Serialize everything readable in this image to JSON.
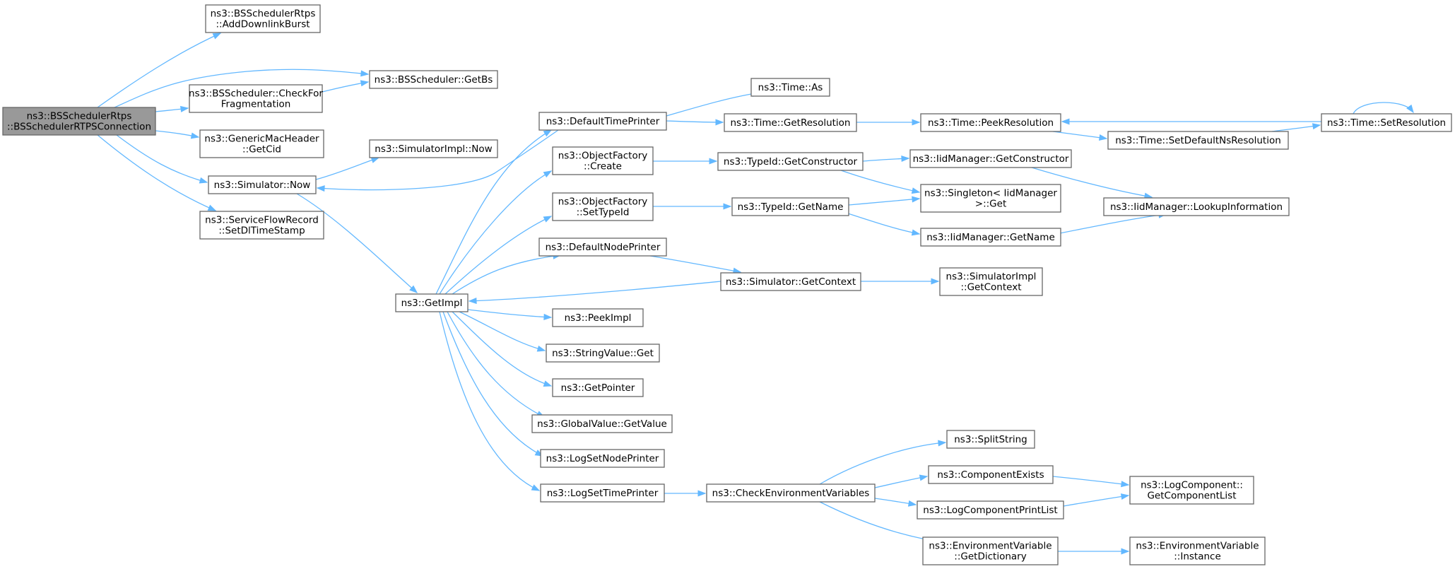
{
  "diagram": {
    "nodes": [
      {
        "id": "root",
        "lines": [
          "ns3::BSSchedulerRtps",
          "::BSSchedulerRTPSConnection"
        ],
        "highlight": true
      },
      {
        "id": "addDownlinkBurst",
        "lines": [
          "ns3::BSSchedulerRtps",
          "::AddDownlinkBurst"
        ]
      },
      {
        "id": "getBs",
        "lines": [
          "ns3::BSScheduler::GetBs"
        ]
      },
      {
        "id": "checkForFrag",
        "lines": [
          "ns3::BSScheduler::CheckFor",
          "Fragmentation"
        ]
      },
      {
        "id": "getCid",
        "lines": [
          "ns3::GenericMacHeader",
          "::GetCid"
        ]
      },
      {
        "id": "simulatorNow",
        "lines": [
          "ns3::Simulator::Now"
        ]
      },
      {
        "id": "setDlTimeStamp",
        "lines": [
          "ns3::ServiceFlowRecord",
          "::SetDlTimeStamp"
        ]
      },
      {
        "id": "simImplNow",
        "lines": [
          "ns3::SimulatorImpl::Now"
        ]
      },
      {
        "id": "getImpl",
        "lines": [
          "ns3::GetImpl"
        ]
      },
      {
        "id": "defaultTimePrinter",
        "lines": [
          "ns3::DefaultTimePrinter"
        ]
      },
      {
        "id": "objFactoryCreate",
        "lines": [
          "ns3::ObjectFactory",
          "::Create"
        ]
      },
      {
        "id": "objFactorySetTypeId",
        "lines": [
          "ns3::ObjectFactory",
          "::SetTypeId"
        ]
      },
      {
        "id": "defaultNodePrinter",
        "lines": [
          "ns3::DefaultNodePrinter"
        ]
      },
      {
        "id": "peekImpl",
        "lines": [
          "ns3::PeekImpl"
        ]
      },
      {
        "id": "stringValueGet",
        "lines": [
          "ns3::StringValue::Get"
        ]
      },
      {
        "id": "getPointer",
        "lines": [
          "ns3::GetPointer"
        ]
      },
      {
        "id": "globalValueGetValue",
        "lines": [
          "ns3::GlobalValue::GetValue"
        ]
      },
      {
        "id": "logSetNodePrinter",
        "lines": [
          "ns3::LogSetNodePrinter"
        ]
      },
      {
        "id": "logSetTimePrinter",
        "lines": [
          "ns3::LogSetTimePrinter"
        ]
      },
      {
        "id": "timeAs",
        "lines": [
          "ns3::Time::As"
        ]
      },
      {
        "id": "timeGetResolution",
        "lines": [
          "ns3::Time::GetResolution"
        ]
      },
      {
        "id": "typeIdGetConstructor",
        "lines": [
          "ns3::TypeId::GetConstructor"
        ]
      },
      {
        "id": "typeIdGetName",
        "lines": [
          "ns3::TypeId::GetName"
        ]
      },
      {
        "id": "simulatorGetContext",
        "lines": [
          "ns3::Simulator::GetContext"
        ]
      },
      {
        "id": "checkEnvVars",
        "lines": [
          "ns3::CheckEnvironmentVariables"
        ]
      },
      {
        "id": "timePeekResolution",
        "lines": [
          "ns3::Time::PeekResolution"
        ]
      },
      {
        "id": "iidGetConstructor",
        "lines": [
          "ns3::IidManager::GetConstructor"
        ]
      },
      {
        "id": "singletonGet",
        "lines": [
          "ns3::Singleton< IidManager",
          ">::Get"
        ]
      },
      {
        "id": "iidGetName",
        "lines": [
          "ns3::IidManager::GetName"
        ]
      },
      {
        "id": "simImplGetContext",
        "lines": [
          "ns3::SimulatorImpl",
          "::GetContext"
        ]
      },
      {
        "id": "splitString",
        "lines": [
          "ns3::SplitString"
        ]
      },
      {
        "id": "componentExists",
        "lines": [
          "ns3::ComponentExists"
        ]
      },
      {
        "id": "logComponentPrintList",
        "lines": [
          "ns3::LogComponentPrintList"
        ]
      },
      {
        "id": "envVarGetDictionary",
        "lines": [
          "ns3::EnvironmentVariable",
          "::GetDictionary"
        ]
      },
      {
        "id": "timeSetDefaultNsRes",
        "lines": [
          "ns3::Time::SetDefaultNsResolution"
        ]
      },
      {
        "id": "timeSetResolution",
        "lines": [
          "ns3::Time::SetResolution"
        ]
      },
      {
        "id": "iidLookupInformation",
        "lines": [
          "ns3::IidManager::LookupInformation"
        ]
      },
      {
        "id": "logComponentGetList",
        "lines": [
          "ns3::LogComponent::",
          "GetComponentList"
        ]
      },
      {
        "id": "envVarInstance",
        "lines": [
          "ns3::EnvironmentVariable",
          "::Instance"
        ]
      }
    ],
    "edges": [
      {
        "from": "root",
        "to": "addDownlinkBurst"
      },
      {
        "from": "root",
        "to": "getBs"
      },
      {
        "from": "root",
        "to": "checkForFrag"
      },
      {
        "from": "root",
        "to": "getCid"
      },
      {
        "from": "root",
        "to": "simulatorNow"
      },
      {
        "from": "root",
        "to": "setDlTimeStamp"
      },
      {
        "from": "checkForFrag",
        "to": "getBs"
      },
      {
        "from": "simulatorNow",
        "to": "simImplNow"
      },
      {
        "from": "simulatorNow",
        "to": "getImpl"
      },
      {
        "from": "defaultTimePrinter",
        "to": "simulatorNow"
      },
      {
        "from": "getImpl",
        "to": "defaultTimePrinter"
      },
      {
        "from": "getImpl",
        "to": "objFactoryCreate"
      },
      {
        "from": "getImpl",
        "to": "objFactorySetTypeId"
      },
      {
        "from": "getImpl",
        "to": "defaultNodePrinter"
      },
      {
        "from": "getImpl",
        "to": "peekImpl"
      },
      {
        "from": "getImpl",
        "to": "stringValueGet"
      },
      {
        "from": "getImpl",
        "to": "getPointer"
      },
      {
        "from": "getImpl",
        "to": "globalValueGetValue"
      },
      {
        "from": "getImpl",
        "to": "logSetNodePrinter"
      },
      {
        "from": "getImpl",
        "to": "logSetTimePrinter"
      },
      {
        "from": "simulatorGetContext",
        "to": "getImpl"
      },
      {
        "from": "defaultTimePrinter",
        "to": "timeAs"
      },
      {
        "from": "defaultTimePrinter",
        "to": "timeGetResolution"
      },
      {
        "from": "objFactoryCreate",
        "to": "typeIdGetConstructor"
      },
      {
        "from": "objFactorySetTypeId",
        "to": "typeIdGetName"
      },
      {
        "from": "defaultNodePrinter",
        "to": "simulatorGetContext"
      },
      {
        "from": "logSetTimePrinter",
        "to": "checkEnvVars"
      },
      {
        "from": "timeGetResolution",
        "to": "timePeekResolution"
      },
      {
        "from": "typeIdGetConstructor",
        "to": "iidGetConstructor"
      },
      {
        "from": "typeIdGetConstructor",
        "to": "singletonGet"
      },
      {
        "from": "typeIdGetName",
        "to": "singletonGet"
      },
      {
        "from": "typeIdGetName",
        "to": "iidGetName"
      },
      {
        "from": "simulatorGetContext",
        "to": "simImplGetContext"
      },
      {
        "from": "checkEnvVars",
        "to": "splitString"
      },
      {
        "from": "checkEnvVars",
        "to": "componentExists"
      },
      {
        "from": "checkEnvVars",
        "to": "logComponentPrintList"
      },
      {
        "from": "checkEnvVars",
        "to": "envVarGetDictionary"
      },
      {
        "from": "timePeekResolution",
        "to": "timeSetDefaultNsRes"
      },
      {
        "from": "timeSetDefaultNsRes",
        "to": "timeSetResolution"
      },
      {
        "from": "timeSetResolution",
        "to": "timePeekResolution"
      },
      {
        "from": "timeSetResolution",
        "to": "timeSetResolution"
      },
      {
        "from": "iidGetConstructor",
        "to": "iidLookupInformation"
      },
      {
        "from": "iidGetName",
        "to": "iidLookupInformation"
      },
      {
        "from": "componentExists",
        "to": "logComponentGetList"
      },
      {
        "from": "logComponentPrintList",
        "to": "logComponentGetList"
      },
      {
        "from": "envVarGetDictionary",
        "to": "envVarInstance"
      }
    ],
    "colors": {
      "edge": "#63b8ff",
      "node_border": "#666666",
      "root_fill": "#999999",
      "node_fill": "#ffffff"
    }
  }
}
